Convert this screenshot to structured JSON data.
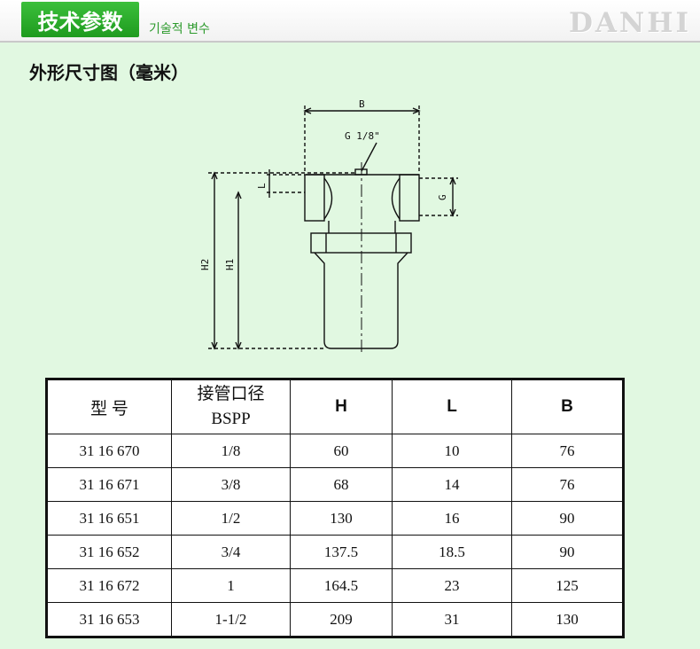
{
  "header": {
    "tab_title": "技术参数",
    "subtitle": "기술적 변수",
    "logo": "DANHI"
  },
  "section": {
    "title": "外形尺寸图（毫米）"
  },
  "drawing": {
    "labels": {
      "b": "B",
      "g_fitting": "G 1/8\"",
      "h2": "H2",
      "h1": "H1",
      "l": "L",
      "g": "G"
    }
  },
  "table": {
    "headers": {
      "model": "型 号",
      "port_line1": "接管口径",
      "port_line2": "BSPP",
      "h": "H",
      "l": "L",
      "b": "B"
    },
    "rows": [
      {
        "model": "31 16 670",
        "port": "1/8",
        "h": "60",
        "l": "10",
        "b": "76"
      },
      {
        "model": "31 16 671",
        "port": "3/8",
        "h": "68",
        "l": "14",
        "b": "76"
      },
      {
        "model": "31 16 651",
        "port": "1/2",
        "h": "130",
        "l": "16",
        "b": "90"
      },
      {
        "model": "31 16 652",
        "port": "3/4",
        "h": "137.5",
        "l": "18.5",
        "b": "90"
      },
      {
        "model": "31 16 672",
        "port": "1",
        "h": "164.5",
        "l": "23",
        "b": "125"
      },
      {
        "model": "31 16 653",
        "port": "1-1/2",
        "h": "209",
        "l": "31",
        "b": "130"
      }
    ]
  }
}
